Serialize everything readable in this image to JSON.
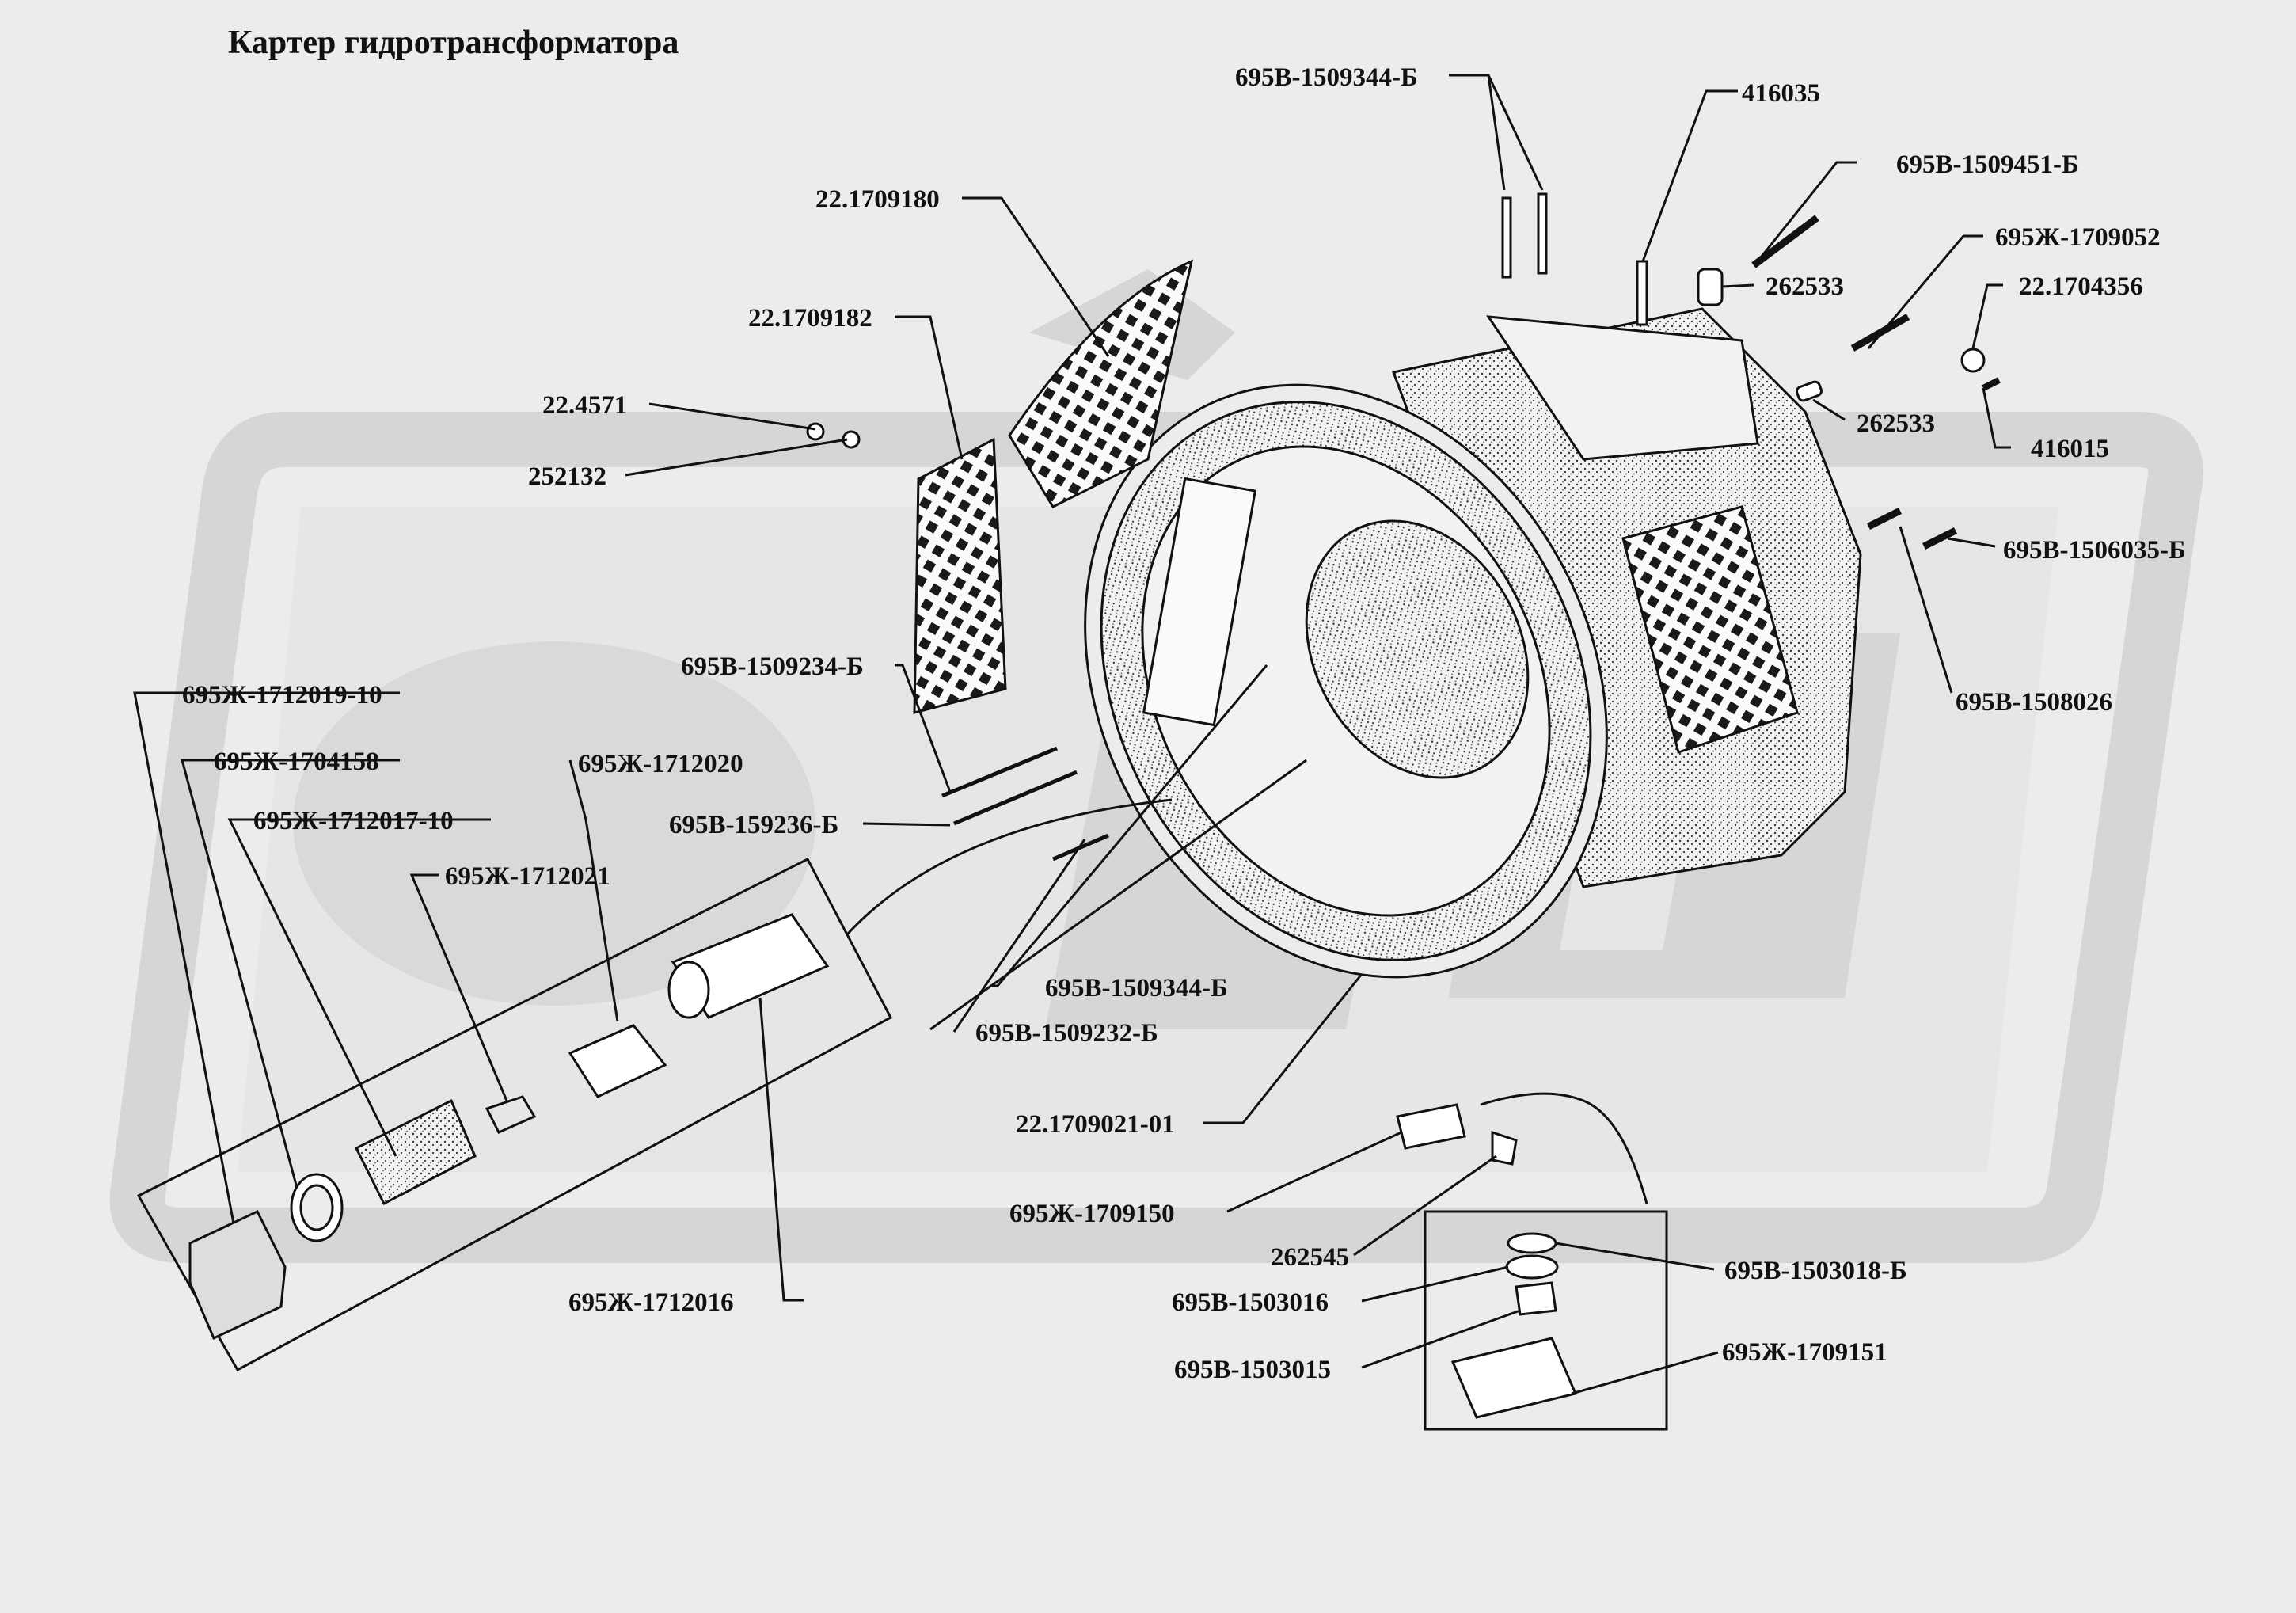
{
  "title": "Картер гидротрансформатора",
  "colors": {
    "background": "#ececec",
    "watermark": "#d6d6d6",
    "ink": "#111111"
  },
  "callouts": [
    {
      "id": "c01",
      "label": "695В-1509344-Б"
    },
    {
      "id": "c02",
      "label": "416035"
    },
    {
      "id": "c03",
      "label": "695В-1509451-Б"
    },
    {
      "id": "c04",
      "label": "695Ж-1709052"
    },
    {
      "id": "c05",
      "label": "22.1704356"
    },
    {
      "id": "c06",
      "label": "262533"
    },
    {
      "id": "c07",
      "label": "262533"
    },
    {
      "id": "c08",
      "label": "416015"
    },
    {
      "id": "c09",
      "label": "695В-1506035-Б"
    },
    {
      "id": "c10",
      "label": "695В-1508026"
    },
    {
      "id": "c11",
      "label": "22.1709180"
    },
    {
      "id": "c12",
      "label": "22.1709182"
    },
    {
      "id": "c13",
      "label": "22.4571"
    },
    {
      "id": "c14",
      "label": "252132"
    },
    {
      "id": "c15",
      "label": "695В-1509234-Б"
    },
    {
      "id": "c16",
      "label": "695Ж-1712019-10"
    },
    {
      "id": "c17",
      "label": "695Ж-1704158"
    },
    {
      "id": "c18",
      "label": "695Ж-1712020"
    },
    {
      "id": "c19",
      "label": "695Ж-1712017-10"
    },
    {
      "id": "c20",
      "label": "695В-159236-Б"
    },
    {
      "id": "c21",
      "label": "695Ж-1712021"
    },
    {
      "id": "c22",
      "label": "695В-1509344-Б"
    },
    {
      "id": "c23",
      "label": "695В-1509232-Б"
    },
    {
      "id": "c24",
      "label": "22.1709021-01"
    },
    {
      "id": "c25",
      "label": "695Ж-1709150"
    },
    {
      "id": "c26",
      "label": "262545"
    },
    {
      "id": "c27",
      "label": "695В-1503018-Б"
    },
    {
      "id": "c28",
      "label": "695В-1503016"
    },
    {
      "id": "c29",
      "label": "695В-1503015"
    },
    {
      "id": "c30",
      "label": "695Ж-1709151"
    },
    {
      "id": "c31",
      "label": "695Ж-1712016"
    }
  ]
}
